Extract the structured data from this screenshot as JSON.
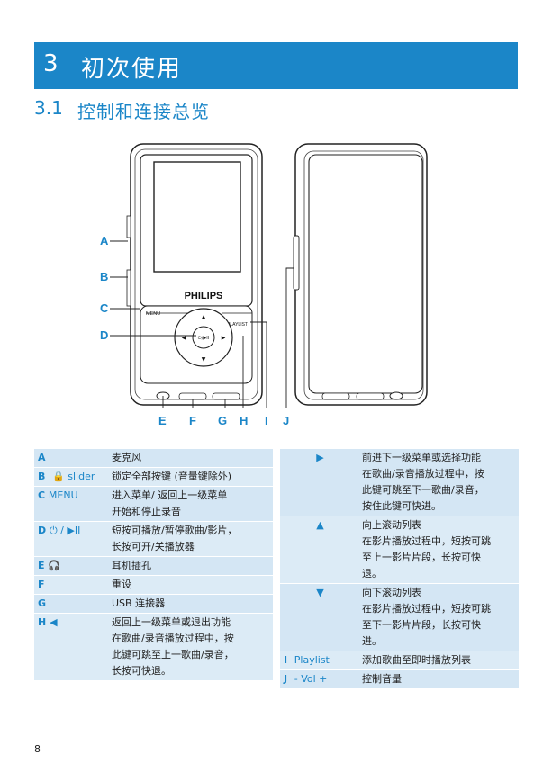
{
  "chapter": {
    "number": "3",
    "title": "初次使用"
  },
  "section": {
    "number": "3.1",
    "title": "控制和连接总览"
  },
  "device": {
    "brand": "PHILIPS",
    "menu_label": "MENU",
    "playlist_label": "PLAYLIST",
    "play_label": "⏻/▶II"
  },
  "callouts": [
    "A",
    "B",
    "C",
    "D",
    "E",
    "F",
    "G",
    "H",
    "I",
    "J"
  ],
  "left_table": [
    {
      "key": "A",
      "sub": "",
      "desc": [
        "麦克风"
      ]
    },
    {
      "key": "B",
      "sub": "🔒 slider",
      "desc": [
        "锁定全部按键 (音量键除外)"
      ]
    },
    {
      "key": "C",
      "sub": "MENU",
      "desc": [
        "进入菜单/ 返回上一级菜单",
        "开始和停止录音"
      ]
    },
    {
      "key": "D",
      "sub": "⏻ / ▶II",
      "desc": [
        "短按可播放/暂停歌曲/影片，",
        "长按可开/关播放器"
      ]
    },
    {
      "key": "E",
      "sub": "🎧",
      "desc": [
        "耳机插孔"
      ]
    },
    {
      "key": "F",
      "sub": "",
      "desc": [
        "重设"
      ]
    },
    {
      "key": "G",
      "sub": "",
      "desc": [
        "USB 连接器"
      ]
    },
    {
      "key": "H",
      "sub": "◀",
      "desc": [
        "返回上一级菜单或退出功能",
        "在歌曲/录音播放过程中，按",
        "此键可跳至上一歌曲/录音，",
        "长按可快退。"
      ]
    }
  ],
  "right_table": [
    {
      "key": "▶",
      "desc": [
        "前进下一级菜单或选择功能",
        "在歌曲/录音播放过程中，按",
        "此键可跳至下一歌曲/录音，",
        "按住此键可快进。"
      ]
    },
    {
      "key": "▲",
      "desc": [
        "向上滚动列表",
        "在影片播放过程中，短按可跳",
        "至上一影片片段，长按可快",
        "退。"
      ]
    },
    {
      "key": "▼",
      "desc": [
        "向下滚动列表",
        "在影片播放过程中，短按可跳",
        "至下一影片片段，长按可快",
        "进。"
      ]
    },
    {
      "key": "I",
      "sub": "Playlist",
      "desc": [
        "添加歌曲至即时播放列表"
      ]
    },
    {
      "key": "J",
      "sub": "- Vol +",
      "desc": [
        "控制音量"
      ]
    }
  ],
  "page_number": "8"
}
